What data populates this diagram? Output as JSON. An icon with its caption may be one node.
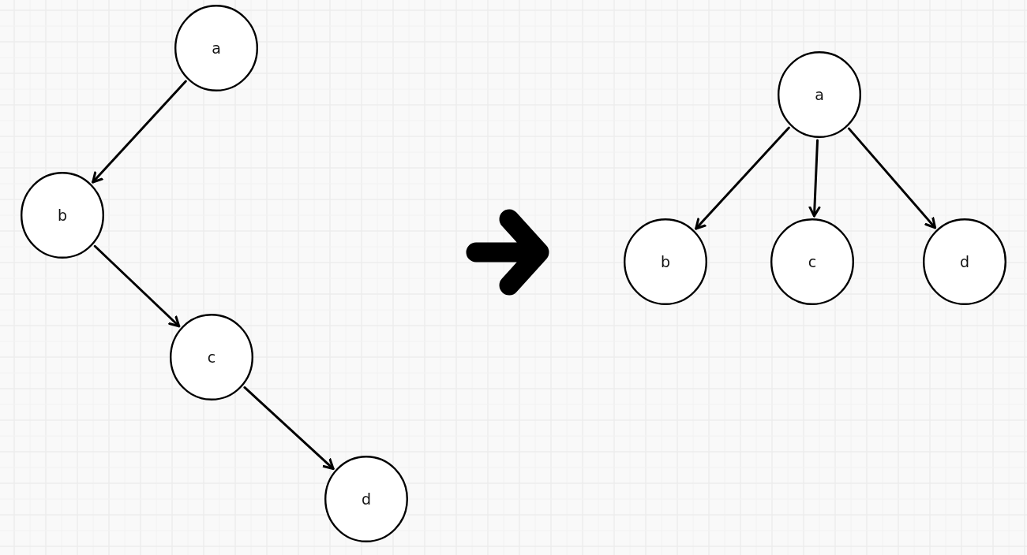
{
  "diagram": {
    "nodes": [
      {
        "text": [
          "a"
        ]
      },
      {
        "text": [
          "b"
        ]
      },
      {
        "text": [
          "c"
        ]
      },
      {
        "text": [
          "d"
        ]
      },
      {
        "text": [
          "a"
        ]
      },
      {
        "text": [
          "b"
        ]
      },
      {
        "text": [
          "c"
        ]
      },
      {
        "text": [
          "d"
        ]
      }
    ],
    "edges": [
      {
        "from": 0,
        "to": 1,
        "arrow": "to"
      },
      {
        "from": 1,
        "to": 2,
        "arrow": "to"
      },
      {
        "from": 2,
        "to": 3,
        "arrow": "to"
      },
      {
        "from": 4,
        "to": 5,
        "arrow": "to"
      },
      {
        "from": 4,
        "to": 6,
        "arrow": "to"
      },
      {
        "from": 4,
        "to": 7,
        "arrow": "to"
      }
    ]
  }
}
